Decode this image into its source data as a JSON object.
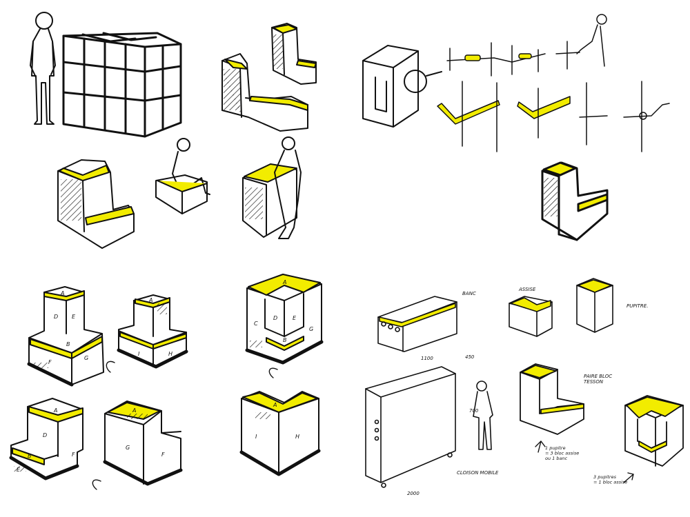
{
  "colors": {
    "ink": "#111111",
    "highlight": "#f2ec00",
    "paper": "#ffffff"
  },
  "sketches": {
    "modular_walls": {
      "l_module": {
        "face_a": "A",
        "face_b": "B",
        "face_d": "D",
        "face_e": "E",
        "face_f": "F",
        "face_g": "G"
      },
      "t_module": {
        "face_a": "A",
        "face_i": "I",
        "face_h": "H"
      },
      "u_module": {
        "face_a": "A",
        "face_b": "B",
        "face_c": "C",
        "face_d": "D",
        "face_e": "E",
        "face_g": "G"
      },
      "step_module": {
        "face_a": "A",
        "face_b": "B",
        "face_d": "D",
        "face_e": "E",
        "face_f": "F"
      },
      "step_module_rear": {
        "face_a": "A",
        "face_g": "G",
        "face_f": "F"
      },
      "corner_module": {
        "face_a": "A",
        "face_i": "I",
        "face_h": "H"
      }
    },
    "catalogue": {
      "bench_label": "BANC",
      "seat_label": "ASSISE",
      "desk_label": "PUPITRE.",
      "double_block_label": "PAIRE BLOC\nTESSON",
      "partition_label": "CLOISON MOBILE",
      "dim_2000": "2000",
      "dim_700": "700",
      "dim_450": "450",
      "dim_1100": "1100",
      "equation_note": "1 pupitre\n= 3 bloc assise\nou 1 banc",
      "note_bottom": "3 pupitres\n= 1 bloc assise"
    }
  }
}
